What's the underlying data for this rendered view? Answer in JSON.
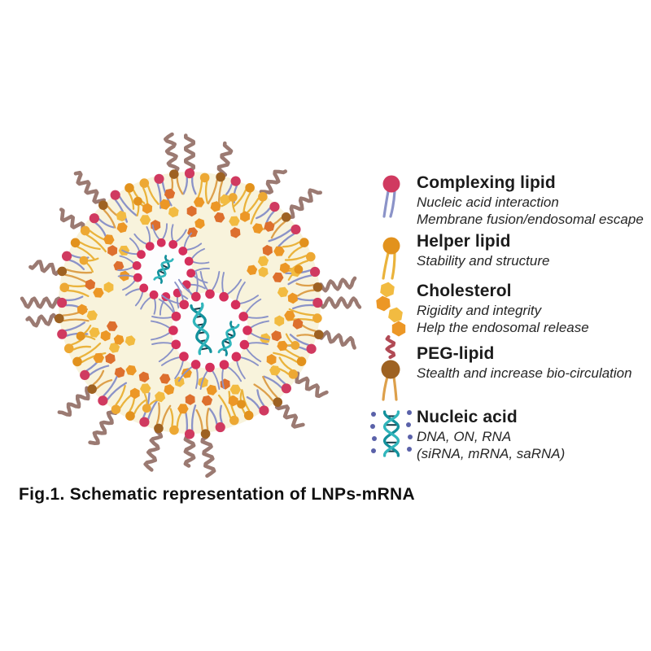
{
  "figure": {
    "caption": "Fig.1. Schematic representation of LNPs-mRNA"
  },
  "legend": {
    "entries": [
      {
        "id": "complexing-lipid",
        "label": "Complexing lipid",
        "desc": [
          "Nucleic acid interaction",
          "Membrane fusion/endosomal escape"
        ]
      },
      {
        "id": "helper-lipid",
        "label": "Helper lipid",
        "desc": [
          "Stability and structure"
        ]
      },
      {
        "id": "cholesterol",
        "label": "Cholesterol",
        "desc": [
          "Rigidity and integrity",
          "Help the endosomal release"
        ]
      },
      {
        "id": "peg-lipid",
        "label": "PEG-lipid",
        "desc": [
          "Stealth and increase bio-circulation"
        ]
      },
      {
        "id": "nucleic-acid",
        "label": "Nucleic acid",
        "desc": [
          "DNA, ON, RNA",
          "(siRNA, mRNA, saRNA)"
        ]
      }
    ]
  },
  "palette": {
    "head_pink": "#d03a60",
    "head_orange": "#e2921d",
    "head_yellow": "#eda833",
    "head_brown": "#9e6222",
    "tail_blue": "#8b93c8",
    "tail_yellow": "#eab33c",
    "tail_tan": "#dda04b",
    "hex_light": "#f2bb41",
    "hex_mid": "#ec9726",
    "hex_dark": "#dd6f2e",
    "peg_squiggle": "#9b7a72",
    "peg_squiggle_legend": "#b14a55",
    "interior_cream": "#f8f3dc",
    "vesicle_white": "#fdfdfe",
    "vesicle_head": "#d5305c",
    "helix_teal": "#31b6bc",
    "helix_teal_dark": "#13919c",
    "helix_rung": "#143b47",
    "dot_blue": "#5a61a9",
    "text": "#1b1b1b"
  }
}
